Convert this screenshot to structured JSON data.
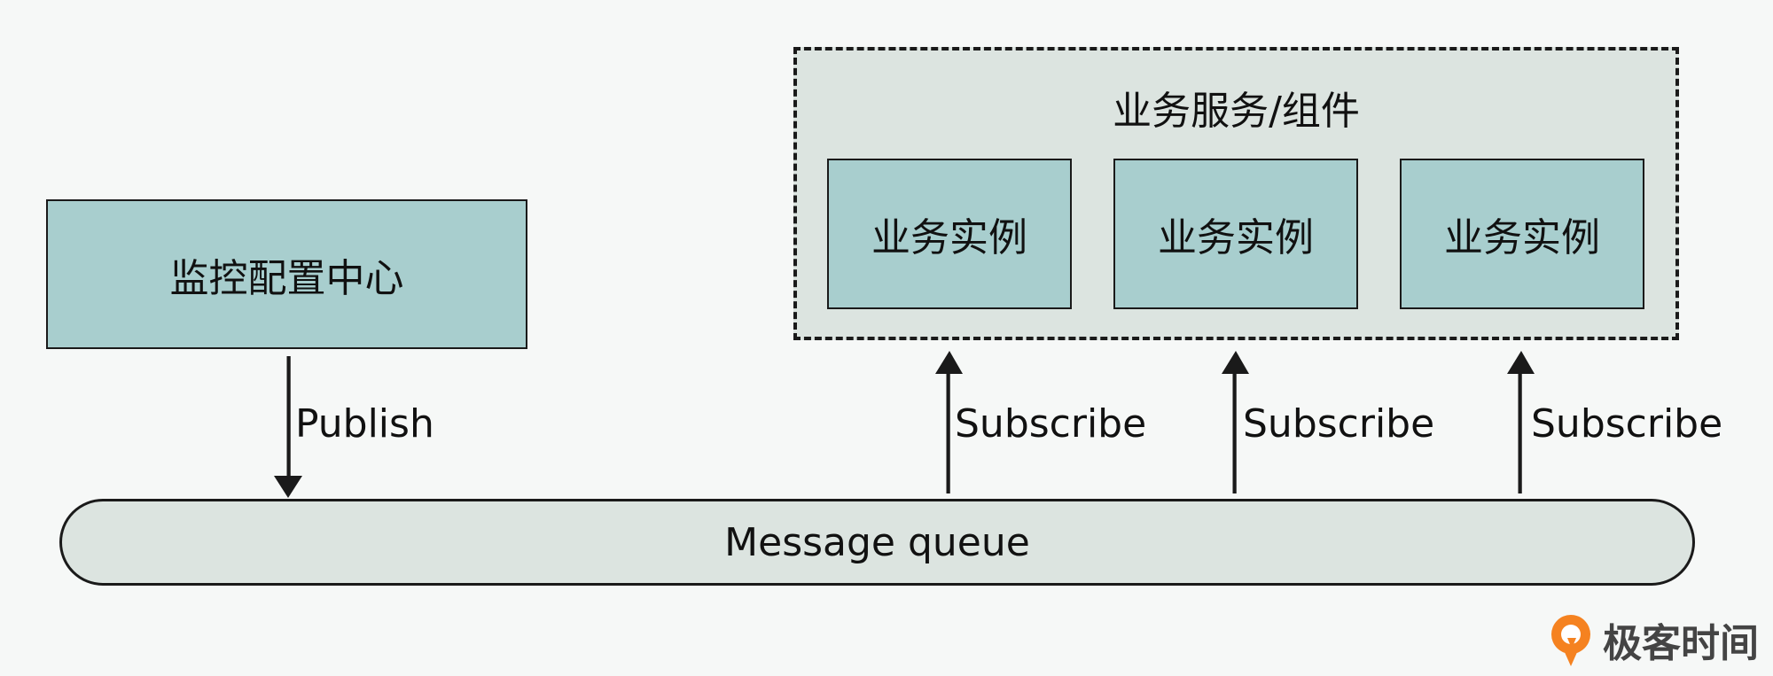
{
  "config_center": {
    "label": "监控配置中心"
  },
  "service_group": {
    "title": "业务服务/组件",
    "instances": [
      "业务实例",
      "业务实例",
      "业务实例"
    ]
  },
  "queue": {
    "label": "Message queue"
  },
  "publish": {
    "label": "Publish"
  },
  "subscribe": {
    "labels": [
      "Subscribe",
      "Subscribe",
      "Subscribe"
    ]
  },
  "brand": {
    "name": "极客时间",
    "logo_icon": "geektime-logo-icon",
    "accent": "#f58220"
  },
  "colors": {
    "box_fill": "#a8cece",
    "group_fill": "#dce4e0",
    "queue_fill": "#dce4e0"
  }
}
